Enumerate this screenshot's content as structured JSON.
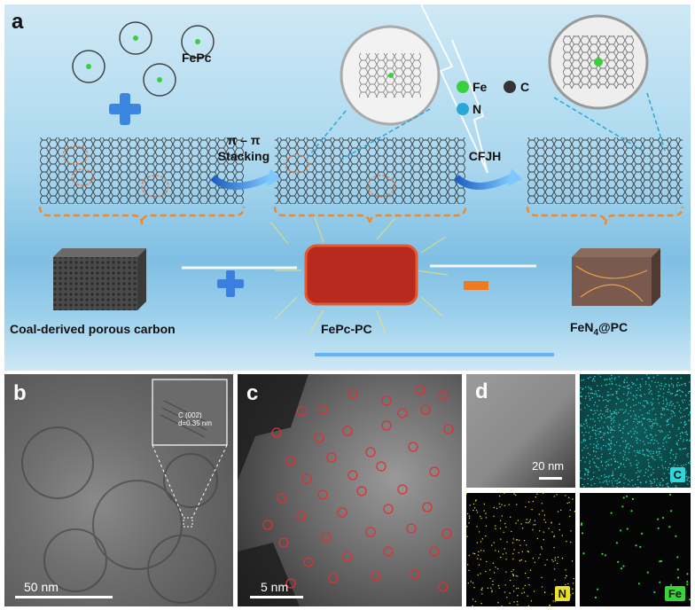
{
  "panel_a": {
    "label": "a",
    "fepc_label": "FePc",
    "stacking_line1": "π – π",
    "stacking_line2": "Stacking",
    "cfjh_label": "CFJH",
    "legend": {
      "fe": "Fe",
      "c": "C",
      "n": "N"
    },
    "captions": {
      "left": "Coal-derived porous carbon",
      "middle": "FePc-PC",
      "right_main": "FeN",
      "right_sub": "4",
      "right_tail": "@PC"
    },
    "colors": {
      "fe": "#3ccf3c",
      "c": "#333333",
      "n": "#2aa6d8",
      "orange": "#f0a040",
      "blue_arrow": "#2f7fd8"
    }
  },
  "panel_b": {
    "label": "b",
    "scalebar": "50 nm",
    "inset_line1": "C (002)",
    "inset_line2": "d=0.35 nm"
  },
  "panel_c": {
    "label": "c",
    "scalebar": "5 nm"
  },
  "panel_d": {
    "label": "d",
    "scalebar": "20 nm",
    "maps": [
      {
        "element": "C",
        "color": "#33d6d6"
      },
      {
        "element": "N",
        "color": "#e8e02a"
      },
      {
        "element": "Fe",
        "color": "#3ad33a"
      }
    ]
  }
}
